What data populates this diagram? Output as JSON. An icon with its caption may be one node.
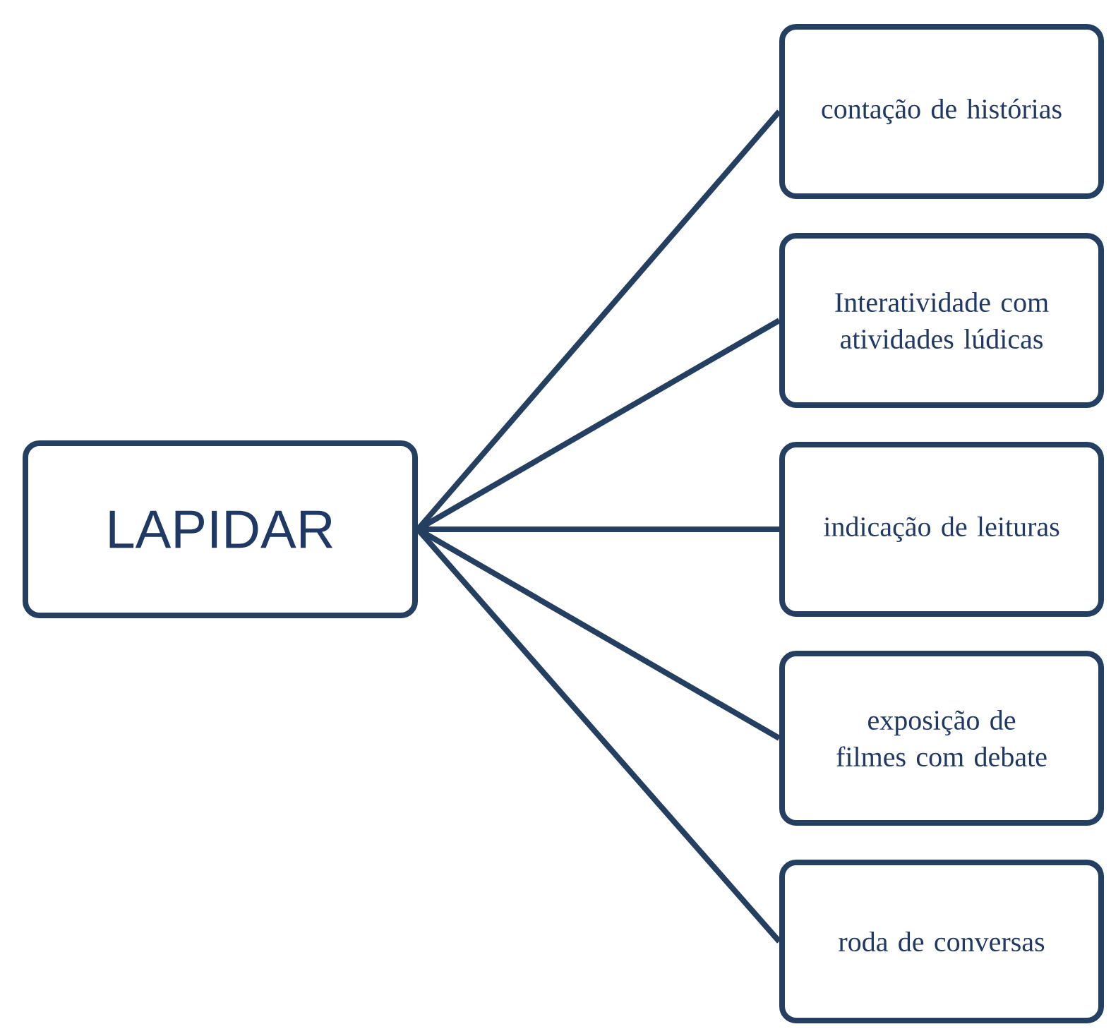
{
  "diagram": {
    "nodes": [
      {
        "text": [
          "LAPIDAR"
        ]
      },
      {
        "text": [
          "contação de histórias"
        ]
      },
      {
        "text": [
          "Interatividade com atividades lúdicas"
        ]
      },
      {
        "text": [
          "indicação de leituras"
        ]
      },
      {
        "text": [
          "exposição de filmes com debate"
        ]
      },
      {
        "text": [
          "roda de conversas"
        ]
      }
    ],
    "edges": [
      {
        "from": 0,
        "to": 1,
        "arrow": "none"
      },
      {
        "from": 0,
        "to": 2,
        "arrow": "none"
      },
      {
        "from": 0,
        "to": 3,
        "arrow": "none"
      },
      {
        "from": 0,
        "to": 4,
        "arrow": "none"
      },
      {
        "from": 0,
        "to": 5,
        "arrow": "none"
      }
    ]
  }
}
